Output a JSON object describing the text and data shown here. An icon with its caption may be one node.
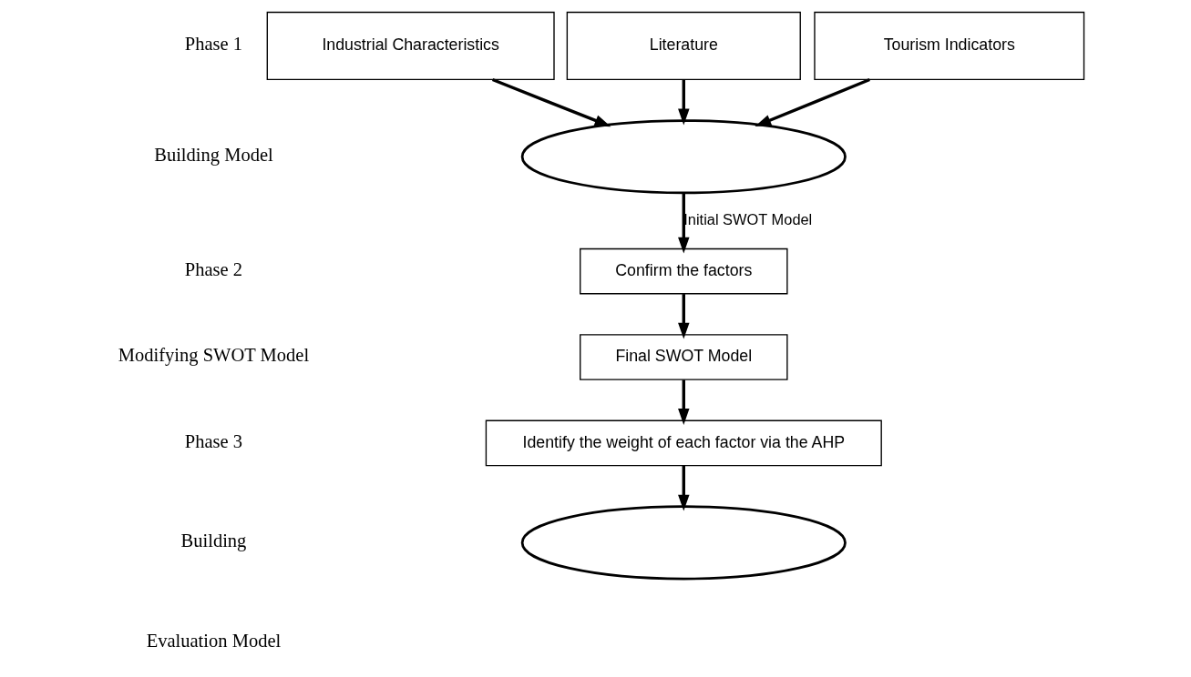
{
  "diagram": {
    "nodes": [
      {
        "text": [
          "Industrial Characteristics"
        ]
      },
      {
        "text": [
          "Literature"
        ]
      },
      {
        "text": [
          "Tourism Indicators"
        ]
      },
      {
        "text": [],
        "shape": "ellipse"
      },
      {
        "text": [
          "Confirm the factors"
        ]
      },
      {
        "text": [
          "Final SWOT Model"
        ]
      },
      {
        "text": [
          "Identify the weight of each factor via the AHP"
        ]
      },
      {
        "text": [],
        "shape": "ellipse"
      }
    ],
    "edges": [
      {
        "from": 0,
        "to": 3,
        "arrow": "to"
      },
      {
        "from": 1,
        "to": 3,
        "arrow": "to"
      },
      {
        "from": 2,
        "to": 3,
        "arrow": "to"
      },
      {
        "from": 3,
        "to": 4,
        "arrow": "to",
        "label": "Initial SWOT Model"
      },
      {
        "from": 4,
        "to": 5,
        "arrow": "to"
      },
      {
        "from": 5,
        "to": 6,
        "arrow": "to"
      },
      {
        "from": 6,
        "to": 7,
        "arrow": "to"
      }
    ],
    "labels": [
      "Phase 1",
      "Building Model",
      "Phase 2",
      "Modifying SWOT Model",
      "Phase 3",
      "Building",
      "Evaluation Model"
    ]
  }
}
